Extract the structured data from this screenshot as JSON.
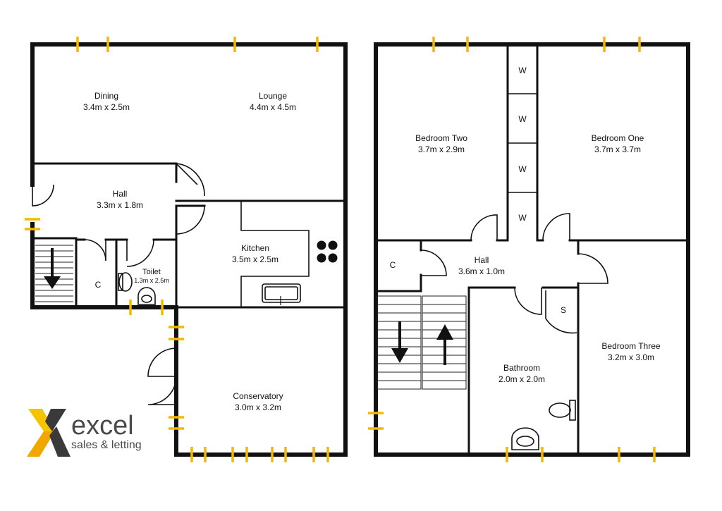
{
  "ground_floor": {
    "rooms": [
      {
        "id": "dining",
        "name": "Dining",
        "size": "3.4m x 2.5m"
      },
      {
        "id": "lounge",
        "name": "Lounge",
        "size": "4.4m x 4.5m"
      },
      {
        "id": "hall",
        "name": "Hall",
        "size": "3.3m x 1.8m"
      },
      {
        "id": "kitchen",
        "name": "Kitchen",
        "size": "3.5m x 2.5m"
      },
      {
        "id": "toilet",
        "name": "Toilet",
        "size": "1.3m x 2.5m"
      },
      {
        "id": "conservatory",
        "name": "Conservatory",
        "size": "3.0m x 3.2m"
      }
    ],
    "cupboard_label": "C"
  },
  "first_floor": {
    "rooms": [
      {
        "id": "bedroom-two",
        "name": "Bedroom Two",
        "size": "3.7m x 2.9m"
      },
      {
        "id": "bedroom-one",
        "name": "Bedroom One",
        "size": "3.7m x 3.7m"
      },
      {
        "id": "hall",
        "name": "Hall",
        "size": "3.6m x 1.0m"
      },
      {
        "id": "bathroom",
        "name": "Bathroom",
        "size": "2.0m x 2.0m"
      },
      {
        "id": "bedroom-three",
        "name": "Bedroom Three",
        "size": "3.2m x 3.0m"
      }
    ],
    "wardrobe_label": "W",
    "cupboard_label": "C",
    "shower_label": "S"
  },
  "logo": {
    "word": "excel",
    "tagline": "sales & letting"
  },
  "colors": {
    "wall": "#111111",
    "window": "#f5b800",
    "logo_yellow": "#f5c400",
    "logo_dark": "#3a3a3a"
  }
}
